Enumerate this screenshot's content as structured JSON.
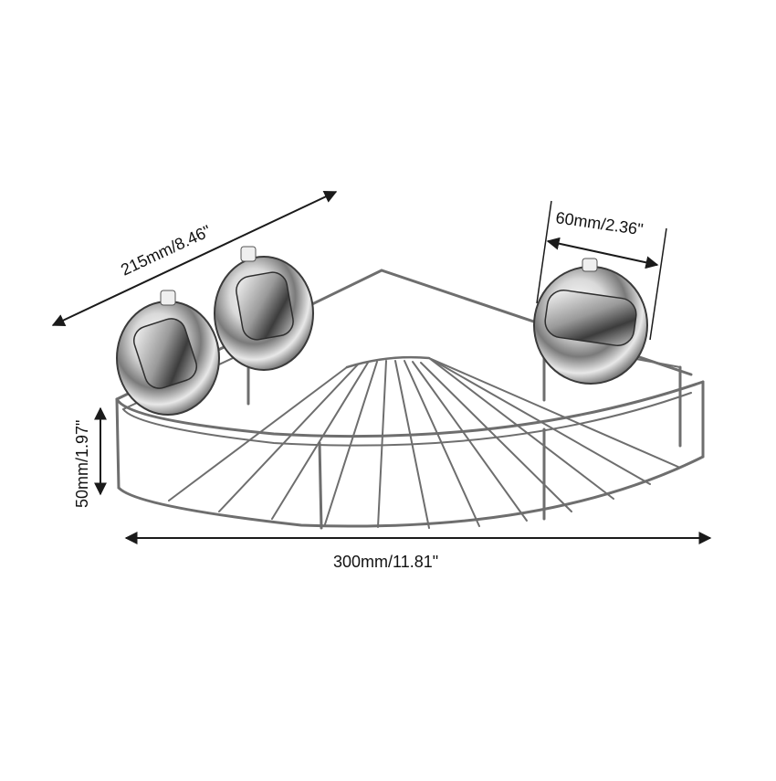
{
  "dimensions": {
    "depth_label": "215mm/8.46\"",
    "suction_diameter_label": "60mm/2.36\"",
    "height_label": "50mm/1.97\"",
    "width_label": "300mm/11.81\""
  },
  "colors": {
    "background": "#ffffff",
    "dimension_line": "#1a1a1a",
    "chrome_light": "#f2f2f2",
    "chrome_mid": "#b8b8b8",
    "chrome_dark": "#4a4a4a",
    "wire": "#6e6e6e"
  },
  "icons": {
    "suction_cup": "suction-cup-icon",
    "arrowhead": "arrowhead-icon"
  }
}
